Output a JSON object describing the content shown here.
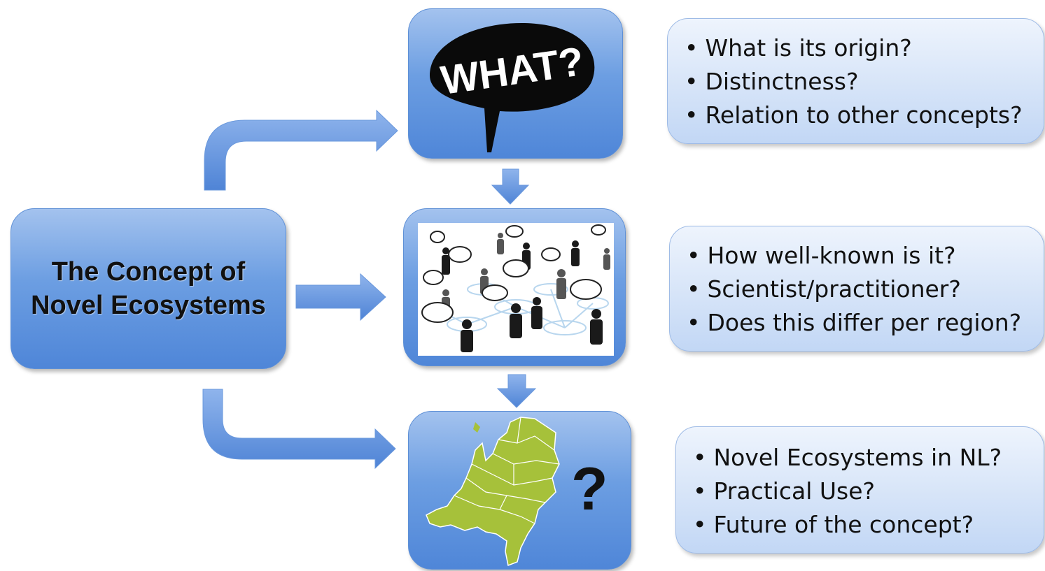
{
  "main": {
    "title_line1": "The Concept of",
    "title_line2": "Novel Ecosystems"
  },
  "what_bubble": {
    "text": "WHAT?"
  },
  "map_panel": {
    "question_mark": "?"
  },
  "questions": {
    "what": [
      "What is its origin?",
      "Distinctness?",
      "Relation to other concepts?"
    ],
    "who": [
      "How well-known is it?",
      "Scientist/practitioner?",
      "Does this differ per region?"
    ],
    "where": [
      "Novel Ecosystems in NL?",
      "Practical Use?",
      "Future of the concept?"
    ]
  },
  "colors": {
    "box_blue": "#4f86d8",
    "arrow_blue": "#5b8fdc",
    "map_green": "#a6c13a",
    "question_box": "#d6e4f8"
  },
  "icons": [
    "speech-bubble-icon",
    "people-network-icon",
    "netherlands-map-icon"
  ]
}
